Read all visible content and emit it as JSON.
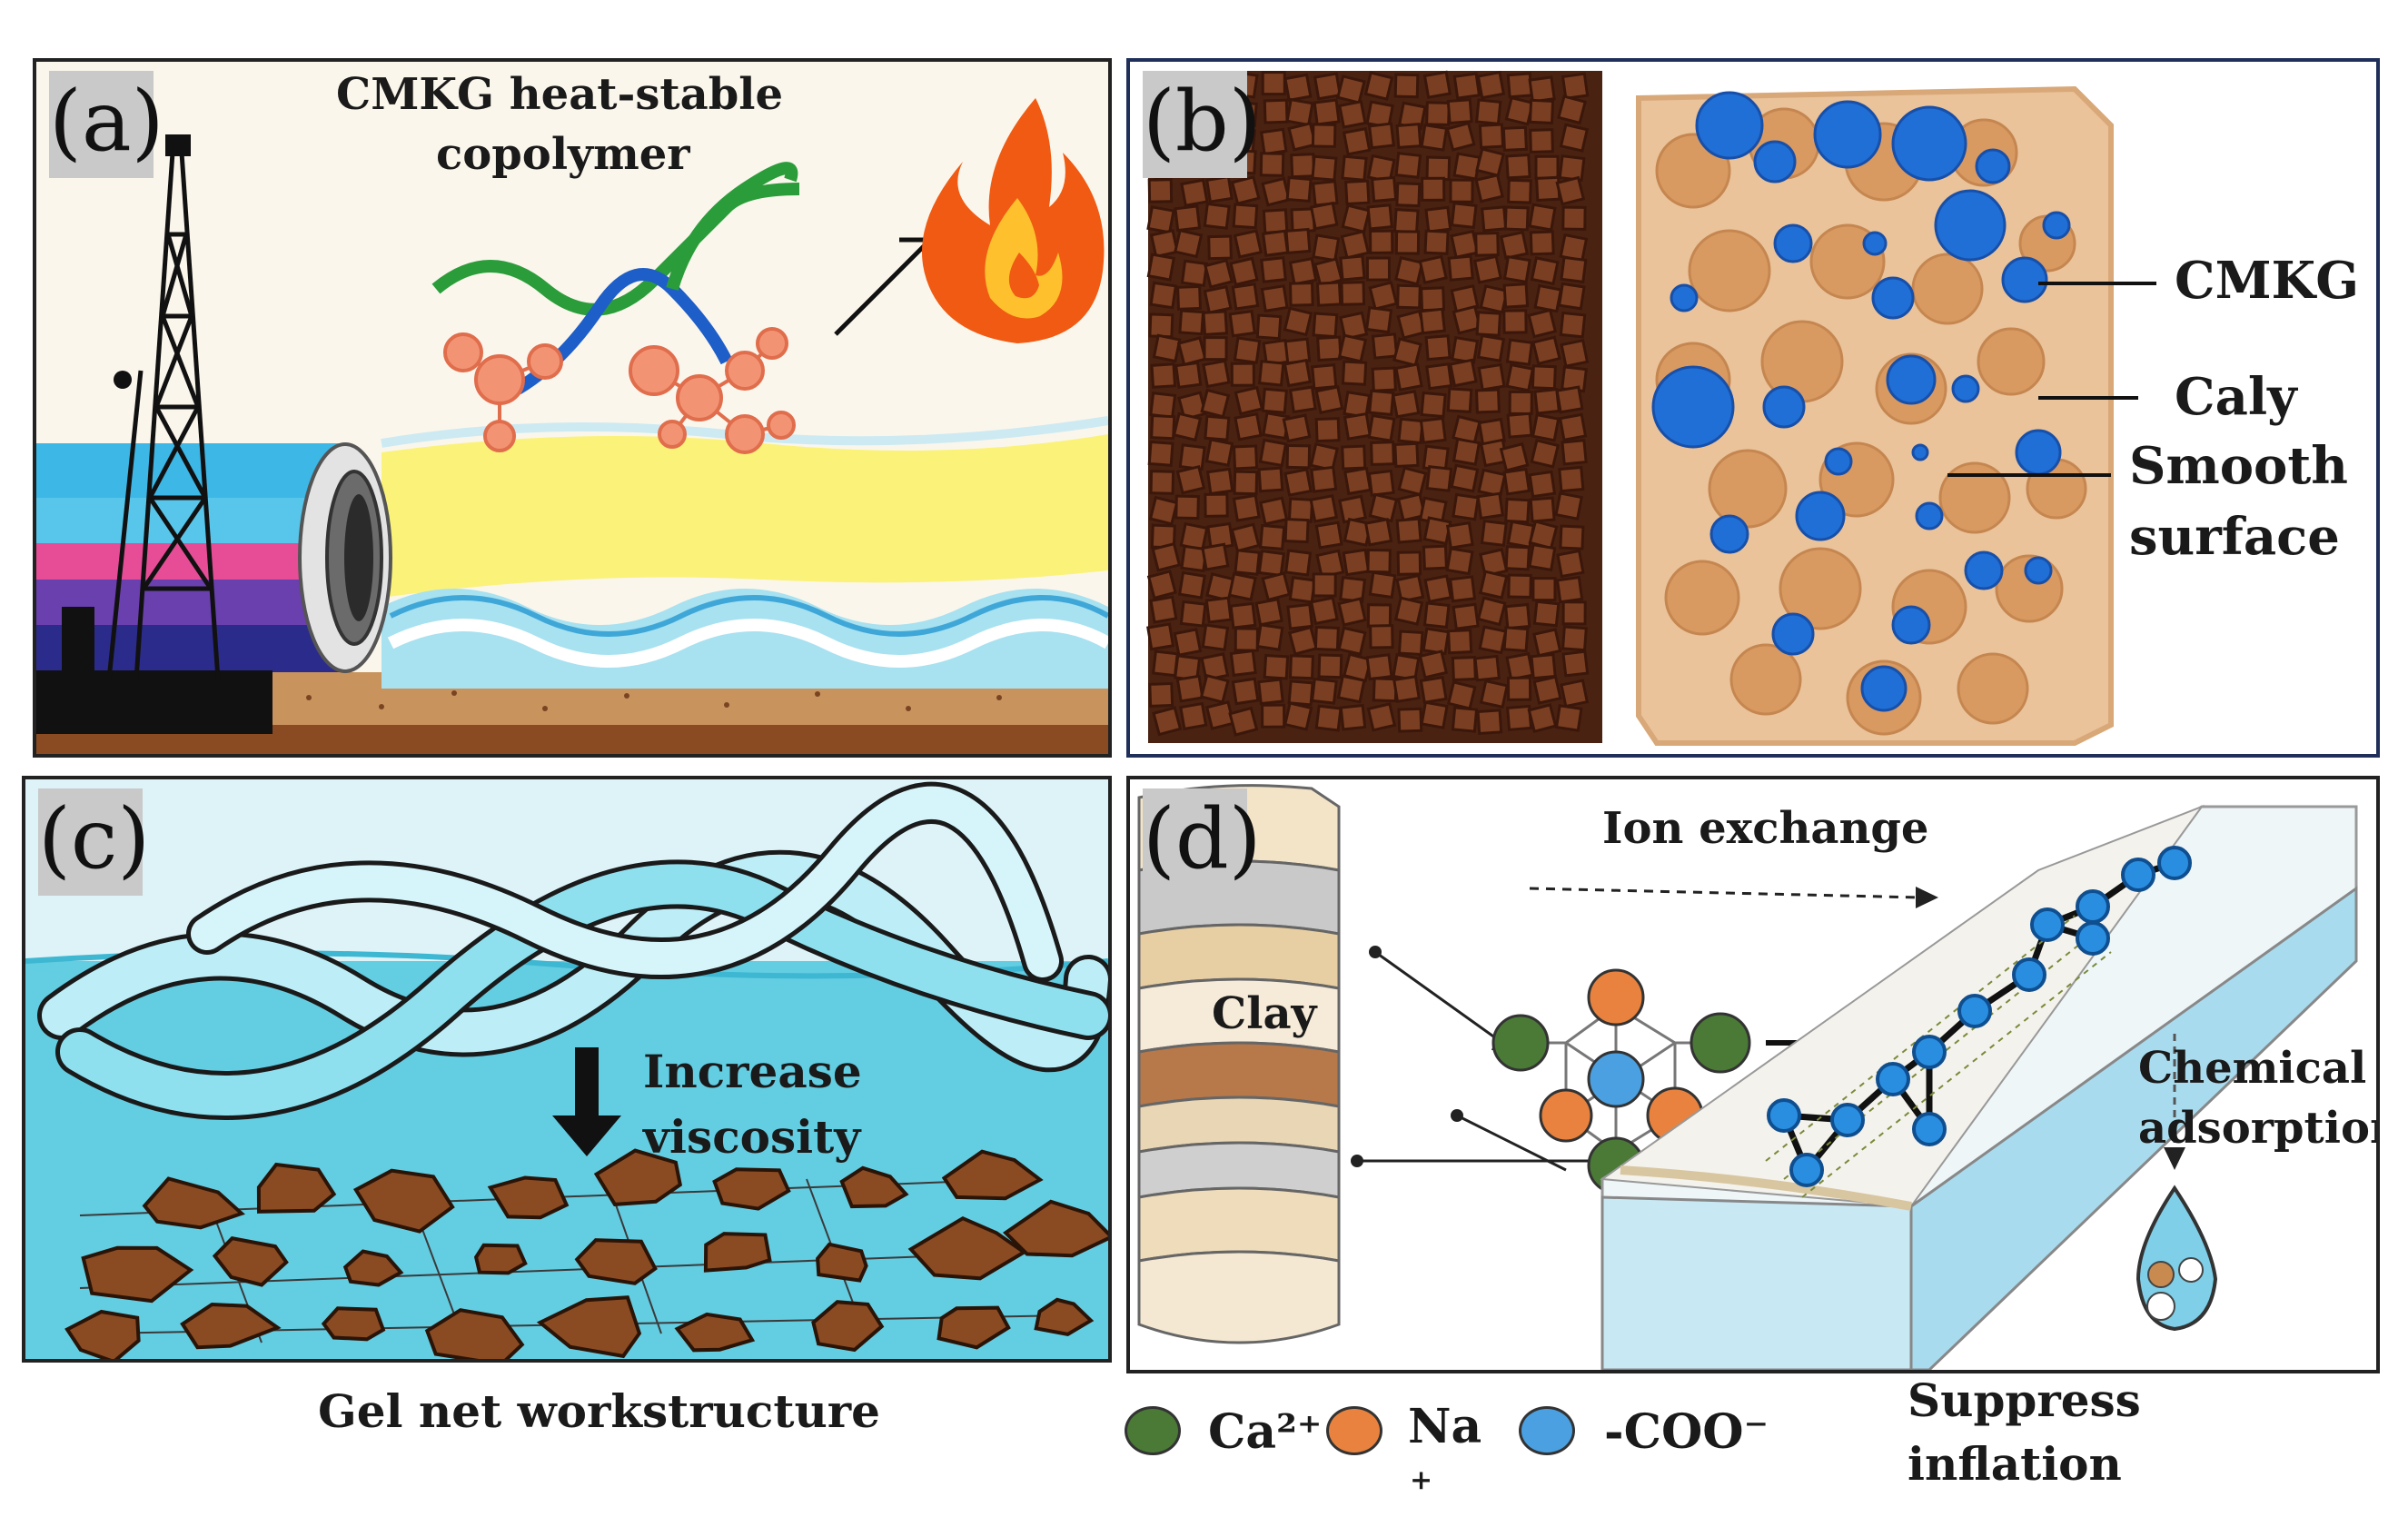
{
  "panels": {
    "a": {
      "label": "(a)",
      "title_line1": "CMKG heat-stable",
      "title_line2": "copolymer"
    },
    "b": {
      "label": "(b)",
      "callouts": [
        "CMKG",
        "Caly",
        "Smooth",
        "surface"
      ]
    },
    "c": {
      "label": "(c)",
      "arrow_text_line1": "Increase",
      "arrow_text_line2": "viscosity",
      "caption": "Gel net workstructure"
    },
    "d": {
      "label": "(d)",
      "ion_exchange": "Ion exchange",
      "clay": "Clay",
      "chem_line1": "Chemical",
      "chem_line2": "adsorption",
      "suppress_line1": "Suppress",
      "suppress_line2": "inflation"
    }
  },
  "legend": [
    {
      "name": "Ca²⁺",
      "color": "#4a7a36"
    },
    {
      "name": "Na",
      "sub": "+",
      "color": "#e8823e"
    },
    {
      "name": "-COO⁻",
      "color": "#4aa0e0"
    }
  ],
  "colors": {
    "clay_brown": "#7a3f22",
    "cmkg_blue": "#1f6fd6",
    "clay_tan": "#e3a977",
    "water": "#7fd3e6",
    "rock": "#8a4a22"
  }
}
